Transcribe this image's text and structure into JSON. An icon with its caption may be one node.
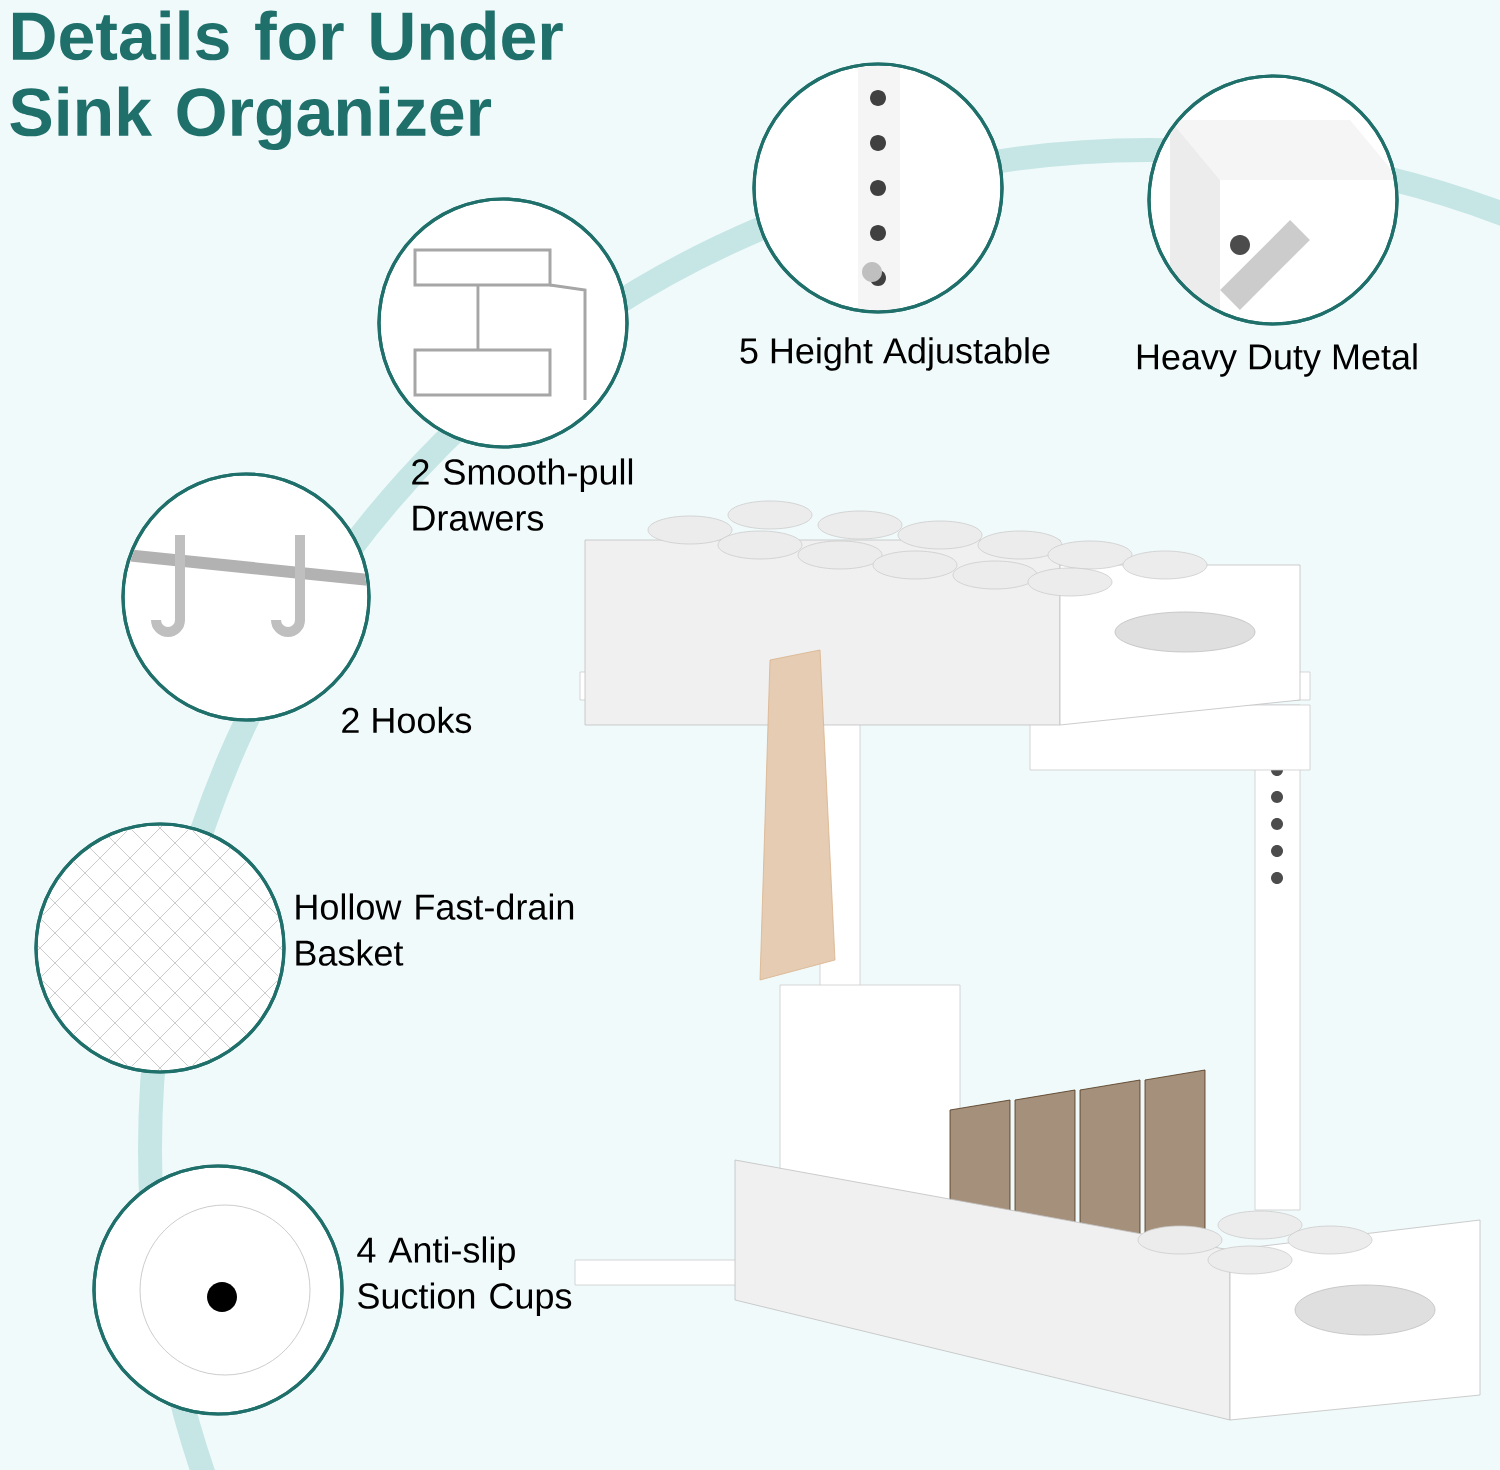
{
  "diagram": {
    "title": "Details for Under Sink Organizer",
    "nodes": [
      {
        "text": [
          "2 Smooth-pull Drawers"
        ]
      },
      {
        "text": [
          "5 Height Adjustable"
        ]
      },
      {
        "text": [
          "Heavy Duty Metal"
        ]
      },
      {
        "text": [
          "2 Hooks"
        ]
      },
      {
        "text": [
          "Hollow Fast-drain Basket"
        ]
      },
      {
        "text": [
          "4 Anti-slip Suction Cups"
        ]
      }
    ],
    "edges": []
  }
}
